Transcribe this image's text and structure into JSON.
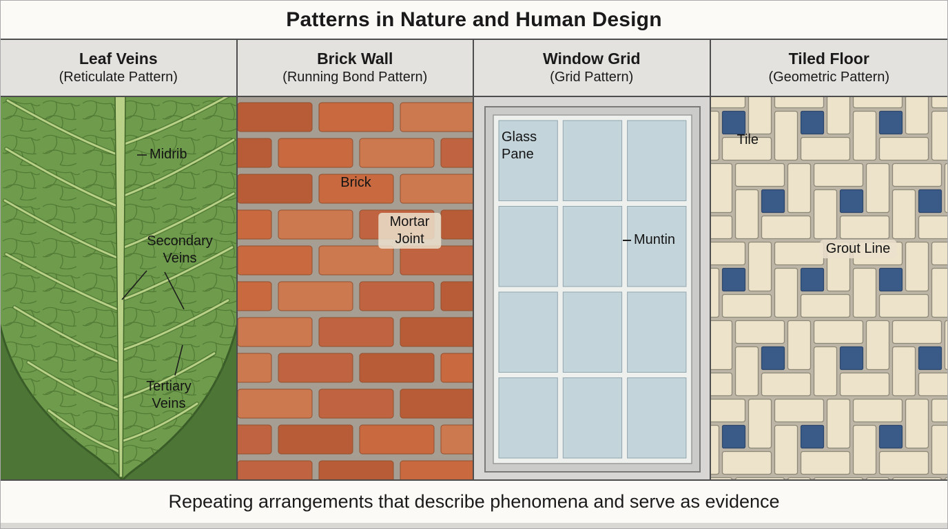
{
  "title": "Patterns in Nature and Human Design",
  "caption": "Repeating arrangements that describe phenomena and serve as evidence",
  "panels": [
    {
      "id": "leaf-veins",
      "title": "Leaf Veins",
      "subtitle": "(Reticulate Pattern)",
      "labels": {
        "midrib": "Midrib",
        "secondary": "Secondary\nVeins",
        "tertiary": "Tertiary\nVeins"
      }
    },
    {
      "id": "brick-wall",
      "title": "Brick Wall",
      "subtitle": "(Running Bond Pattern)",
      "labels": {
        "brick": "Brick",
        "mortar": "Mortar Joint"
      }
    },
    {
      "id": "window-grid",
      "title": "Window Grid",
      "subtitle": "(Grid Pattern)",
      "labels": {
        "glass": "Glass\nPane",
        "muntin": "Muntin"
      }
    },
    {
      "id": "tiled-floor",
      "title": "Tiled Floor",
      "subtitle": "(Geometric Pattern)",
      "labels": {
        "tile": "Tile",
        "grout": "Grout Line"
      }
    }
  ],
  "colors": {
    "leaf_background": "#4d7536",
    "leaf_base": "#6f9c4c",
    "leaf_edge": "#3a5c28",
    "leaf_vein_light": "#b9d186",
    "brick_mortar": "#a69e92",
    "brick_shades": [
      "#b85c38",
      "#c8693f",
      "#cd7950",
      "#bf6340"
    ],
    "window_bg": "#d7d6d4",
    "window_frame": "#cbcbc9",
    "window_glass": "#c3d4db",
    "muntin_white": "#eef0ee",
    "tile_cream": "#ece3ca",
    "tile_blue": "#3a5a88",
    "tile_grout": "#bdb6a7"
  }
}
